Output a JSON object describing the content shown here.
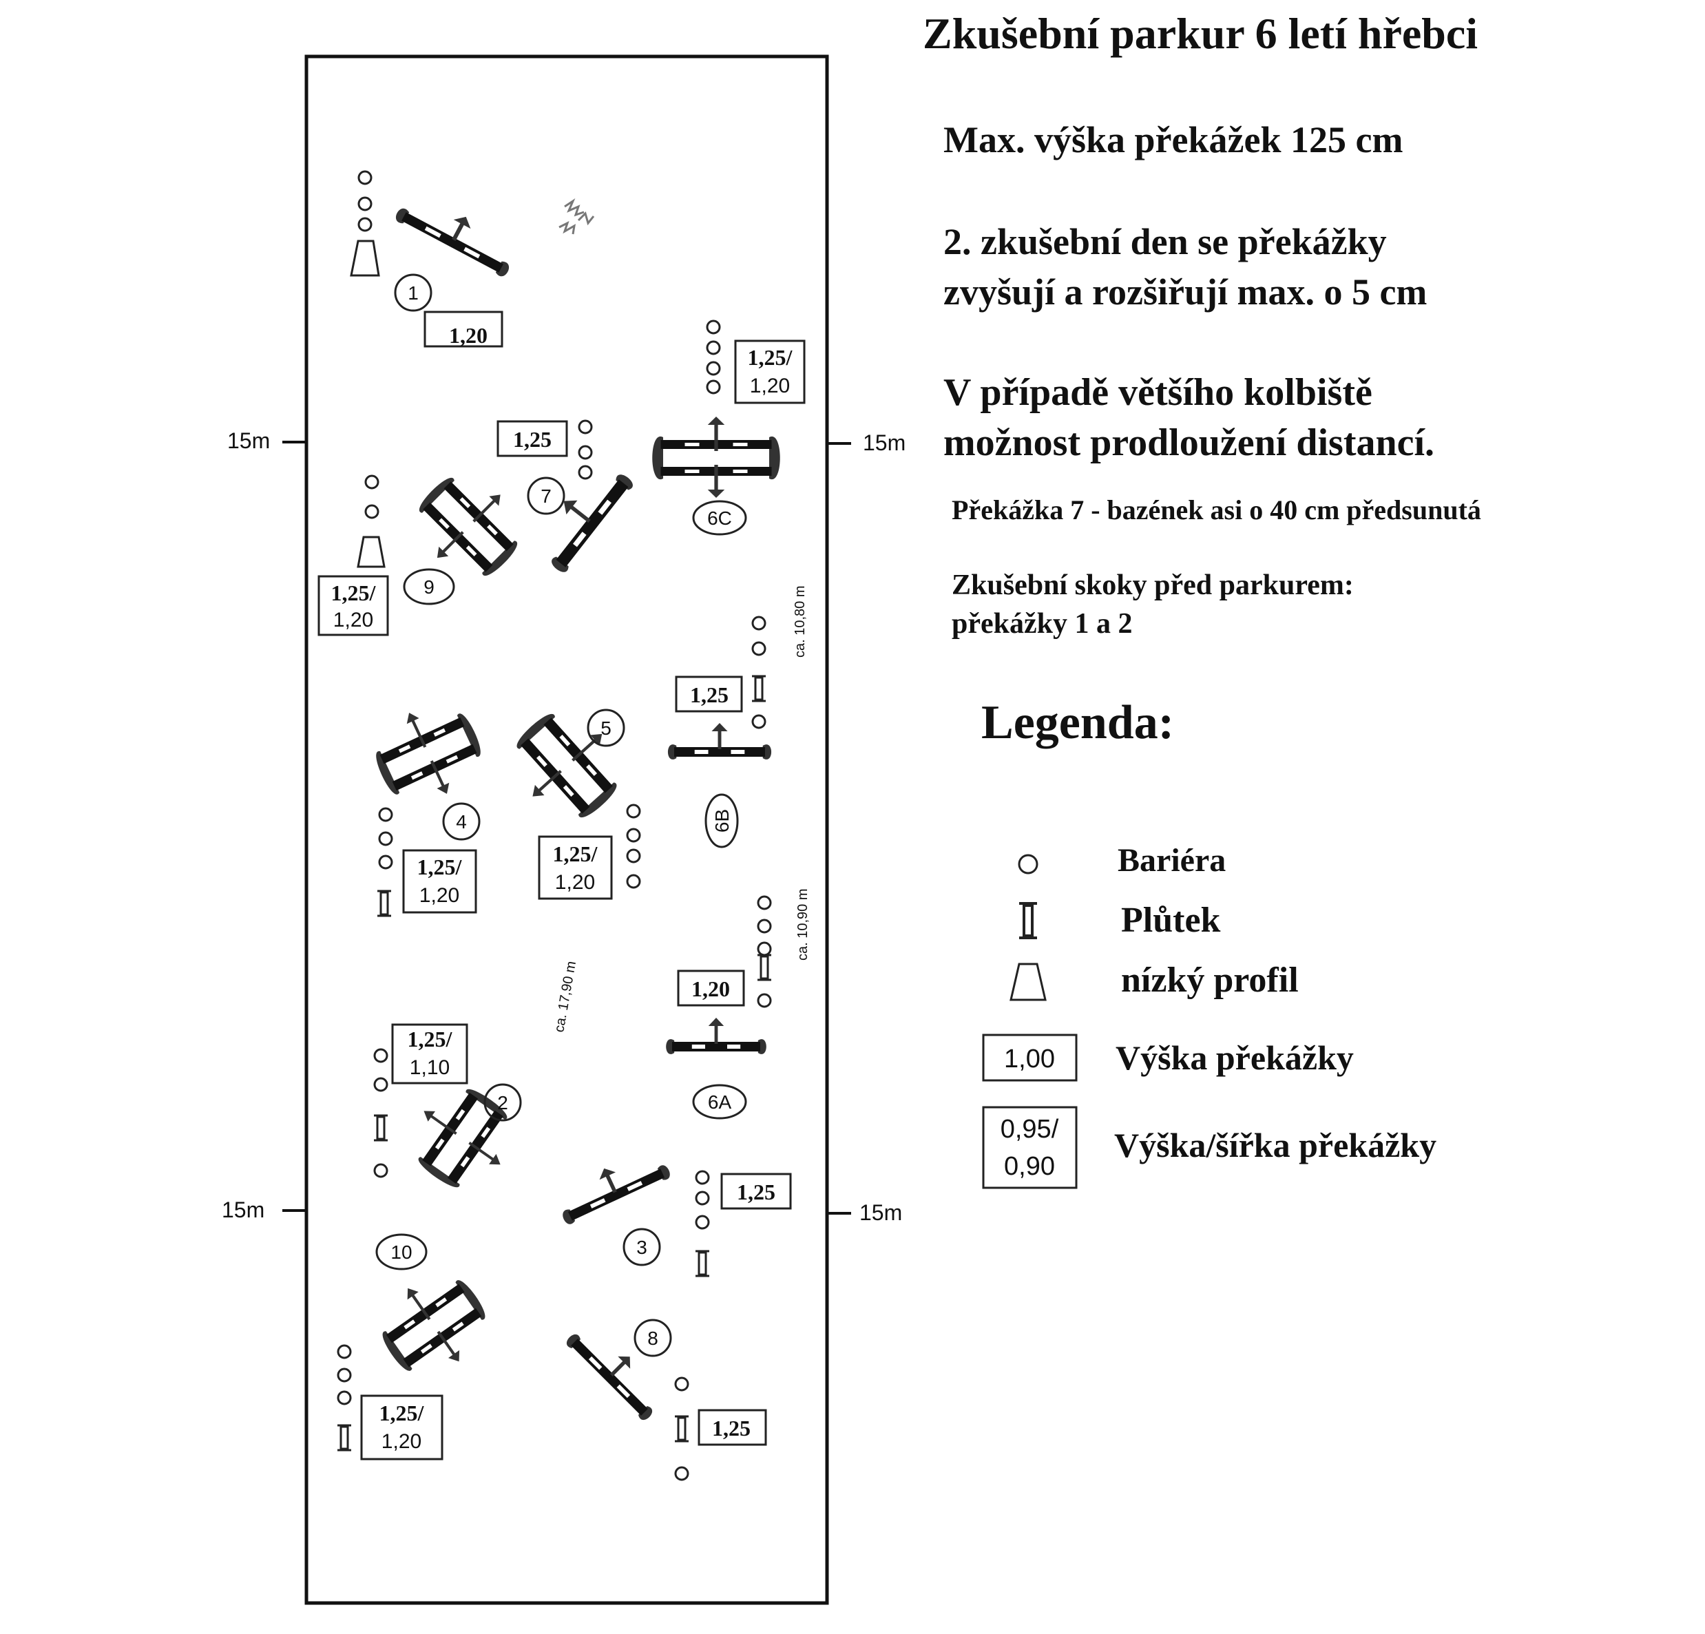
{
  "title": "Zkušební parkur 6 letí hřebci",
  "info": {
    "max_height": "Max. výška překážek 125 cm",
    "day2_line1": "2. zkušební den se překážky",
    "day2_line2": "zvyšují a rozšiřují max. o 5 cm",
    "arena_line1": "V případě většího kolbiště",
    "arena_line2": "možnost prodloužení distancí.",
    "obstacle7": "Překážka 7 - bazének asi o 40 cm předsunutá",
    "warmup_line1": "Zkušební skoky před parkurem:",
    "warmup_line2": "překážky 1 a 2"
  },
  "legend": {
    "heading": "Legenda:",
    "items": [
      {
        "symbol": "circle",
        "label": "Bariéra"
      },
      {
        "symbol": "post",
        "label": "Plůtek"
      },
      {
        "symbol": "trapezoid",
        "label": "nízký profil"
      },
      {
        "symbol": "box",
        "value": "1,00",
        "label": "Výška překážky"
      },
      {
        "symbol": "box2",
        "value": "0,95/",
        "value2": "0,90",
        "label": "Výška/šířka překážky"
      }
    ]
  },
  "markers": {
    "left_top": "15m",
    "right_top": "15m",
    "left_bottom": "15m",
    "right_bottom": "15m"
  },
  "distances": [
    {
      "label": "ca. 10,80 m"
    },
    {
      "label": "ca. 10,90 m"
    },
    {
      "label": "ca. 17,90 m"
    }
  ],
  "obstacles": [
    {
      "number": "1",
      "height": "1,20"
    },
    {
      "number": "2",
      "height": "1,25/",
      "width": "1,10"
    },
    {
      "number": "3",
      "height": "1,25"
    },
    {
      "number": "4",
      "height": "1,25/",
      "width": "1,20"
    },
    {
      "number": "5",
      "height": "1,25/",
      "width": "1,20"
    },
    {
      "number": "6A",
      "height": "1,20"
    },
    {
      "number": "6B",
      "height": "1,25"
    },
    {
      "number": "6C",
      "height": "1,25/",
      "width": "1,20"
    },
    {
      "number": "7",
      "height": "1,25"
    },
    {
      "number": "8",
      "height": "1,25"
    },
    {
      "number": "9",
      "height": "1,25/",
      "width": "1,20"
    },
    {
      "number": "10",
      "height": "1,25/",
      "width": "1,20"
    }
  ],
  "colors": {
    "ink": "#111111",
    "background": "#ffffff"
  }
}
